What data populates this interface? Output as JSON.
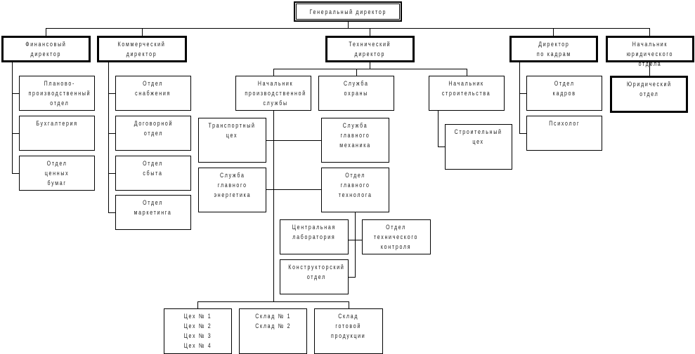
{
  "general": "Генеральный директор",
  "directors": {
    "fin": "Финансовый\nдиректор",
    "com": "Коммерческий\nдиректор",
    "tech": "Технический\nдиректор",
    "hr": "Директор\nпо кадрам",
    "legal": "Начальник\nюридического отдела"
  },
  "fin_units": [
    "Планово-\nпроизводственный\nотдел",
    "Бухгалтерия",
    "Отдел\nценных\nбумаг"
  ],
  "com_units": [
    "Отдел\nснабжения",
    "Договорной\nотдел",
    "Отдел\nсбыта",
    "Отдел\nмаркетинга"
  ],
  "tech_units": {
    "production_head": "Начальник\nпроизводственной\nслужбы",
    "security": "Служба\nохраны",
    "construction_head": "Начальник\nстроительства",
    "transport": "Транспортный\nцех",
    "mechanic": "Служба\nглавного\nмеханика",
    "energy": "Служба\nглавного\nэнергетика",
    "technologist": "Отдел\nглавного\nтехнолога",
    "lab": "Центральная\nлаборатория",
    "qc": "Отдел\nтехнического\nконтроля",
    "design": "Конструкторский\nотдел",
    "workshops": "Цех № 1\nЦех № 2\nЦех № 3\nЦех № 4",
    "warehouses": "Склад № 1\nСклад № 2",
    "finished_goods": "Склад\nготовой\nпродукции",
    "construction_shop": "Строительный\nцех"
  },
  "hr_units": [
    "Отдел\nкадров",
    "Психолог"
  ],
  "legal_units": [
    "Юридический\nотдел"
  ]
}
